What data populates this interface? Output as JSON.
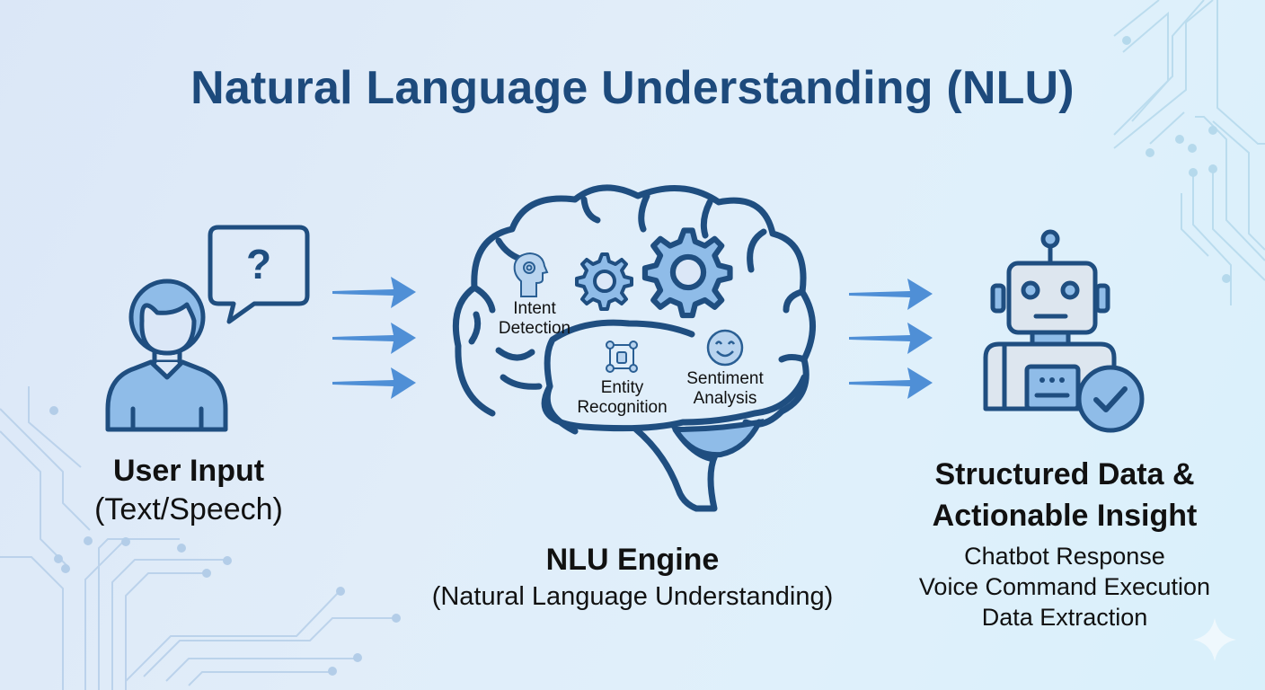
{
  "title": "Natural Language Understanding (NLU)",
  "input": {
    "title": "User Input",
    "subtitle": "(Text/Speech)",
    "icon": "user-with-question-bubble-icon",
    "bubble_symbol": "?"
  },
  "engine": {
    "title": "NLU Engine",
    "subtitle": "(Natural Language Understanding)",
    "icon": "brain-icon",
    "components": [
      {
        "label_line1": "Intent",
        "label_line2": "Detection",
        "icon": "head-gear-icon"
      },
      {
        "label_line1": "Entity",
        "label_line2": "Recognition",
        "icon": "entity-graph-icon"
      },
      {
        "label_line1": "Sentiment",
        "label_line2": "Analysis",
        "icon": "smiley-icon"
      }
    ]
  },
  "output": {
    "title_line1": "Structured Data &",
    "title_line2": "Actionable Insight",
    "items": [
      "Chatbot Response",
      "Voice Command Execution",
      "Data Extraction"
    ],
    "icon": "robot-check-icon"
  },
  "colors": {
    "title": "#1d4a7c",
    "outline": "#1f4e80",
    "fill": "#8fbce8",
    "arrow": "#4f8fd6",
    "circuit": "#a9c7e6"
  }
}
